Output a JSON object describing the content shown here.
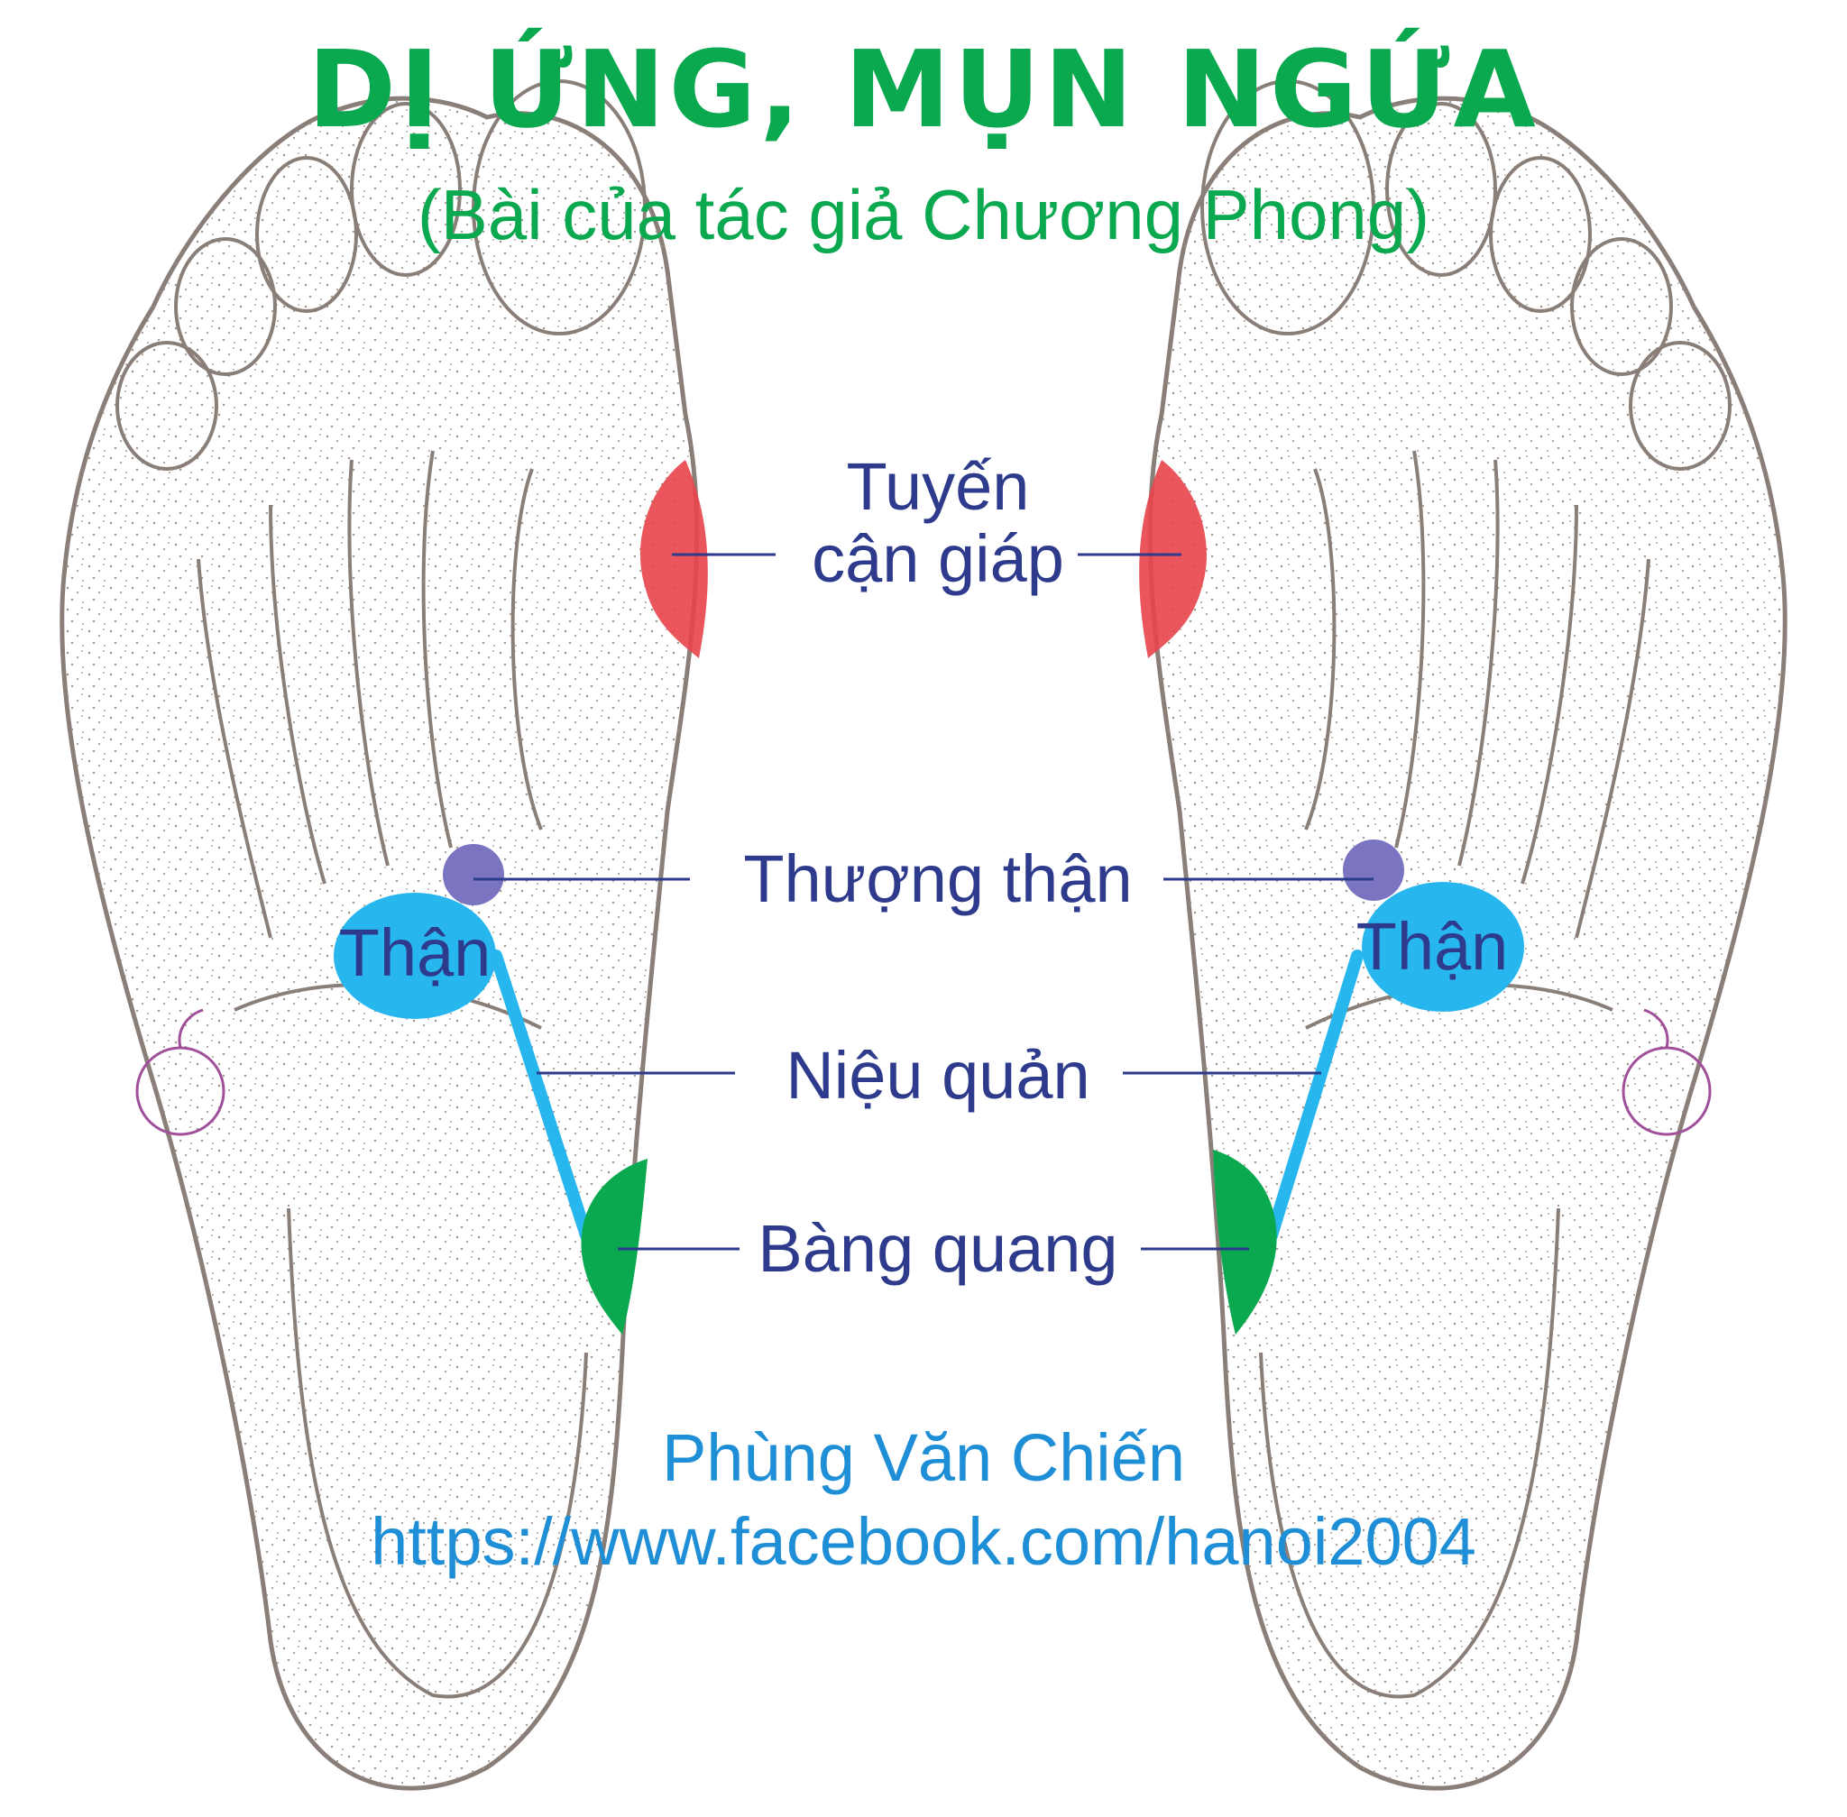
{
  "title": "DỊ ỨNG, MỤN NGỨA",
  "subtitle": "(Bài của tác giả Chương Phong)",
  "labels": {
    "parathyroid_line1": "Tuyến",
    "parathyroid_line2": "cận giáp",
    "adrenal": "Thượng thận",
    "ureter": "Niệu quản",
    "bladder": "Bàng quang",
    "kidney_left": "Thận",
    "kidney_right": "Thận"
  },
  "credit": {
    "author": "Phùng Văn Chiến",
    "url": "https://www.facebook.com/hanoi2004"
  },
  "colors": {
    "title": "#0aa84f",
    "parathyroid": "#e8444a",
    "adrenal": "#7b74c0",
    "kidney": "#27b6ee",
    "ureter": "#27b6ee",
    "bladder": "#0aa84f",
    "text": "#2e3a8c",
    "credit": "#1e8fd6",
    "outline": "#8a7f78"
  }
}
